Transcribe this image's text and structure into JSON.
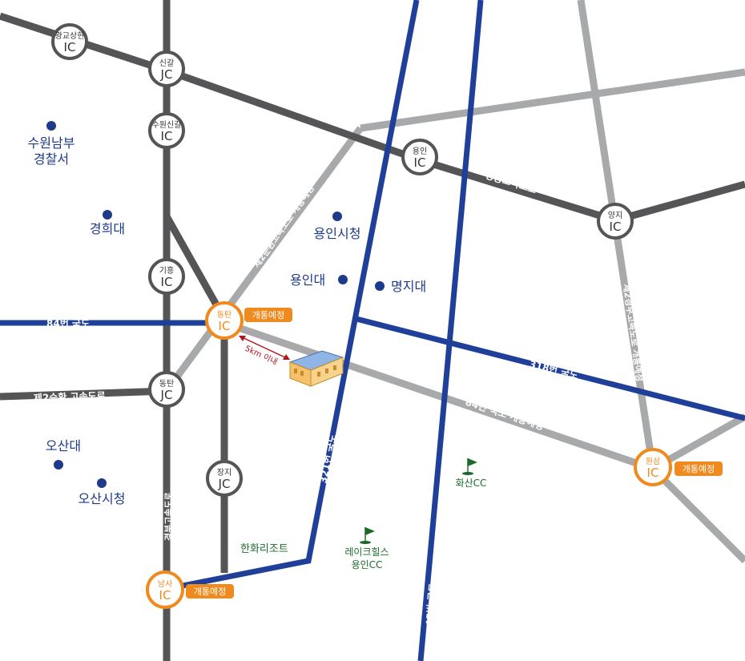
{
  "interchanges": {
    "gwanggyo": {
      "small": "광교상현",
      "big": "IC"
    },
    "singal": {
      "small": "신갈",
      "big": "JC"
    },
    "suwon_singal": {
      "small": "수원신갈",
      "big": "IC"
    },
    "yongin": {
      "small": "용인",
      "big": "IC"
    },
    "yangji": {
      "small": "양지",
      "big": "IC"
    },
    "giheung": {
      "small": "기흥",
      "big": "IC"
    },
    "dongtan_ic": {
      "small": "동탄",
      "big": "IC"
    },
    "dongtan_jc": {
      "small": "동탄",
      "big": "JC"
    },
    "jangji": {
      "small": "장지",
      "big": "JC"
    },
    "namsa": {
      "small": "남사",
      "big": "IC"
    },
    "wonsam": {
      "small": "원삼",
      "big": "IC"
    }
  },
  "badges": {
    "dongtan": "개통예정",
    "namsa": "개통예정",
    "wonsam": "개통예정"
  },
  "roads": {
    "yeongdong": "영동고속도로",
    "second_ring_north": "제2순환고속도로 개통예정",
    "second_ring_west": "제2순환 고속도로",
    "route84": "84번 국도",
    "route84_plan": "84번 국도 개통예정",
    "route318": "318번 국도",
    "route321": "321번 국도",
    "route45": "45번 국도",
    "gyeongbu": "경부고속도로",
    "second_gyeongbu": "제2경부고속도로 개통예정"
  },
  "places": {
    "suwon_south_police": [
      "수원남부",
      "경찰서"
    ],
    "kyunghee": "경희대",
    "yongin_city_hall": "용인시청",
    "yongin_univ": "용인대",
    "myongji": "명지대",
    "osan_univ": "오산대",
    "osan_city_hall": "오산시청",
    "hanwha_resort": "한화리조트"
  },
  "golf": {
    "hwasan": "화산CC",
    "lakehills": [
      "레이크힐스",
      "용인CC"
    ]
  },
  "distance_label": "5km 이내",
  "colors": {
    "dark_road": "#555557",
    "light_road": "#a8a9ab",
    "blue_road": "#1f3f99",
    "orange": "#ef8a1f",
    "place_dot": "#1e3a8a",
    "golf_green": "#1b6a2a"
  }
}
